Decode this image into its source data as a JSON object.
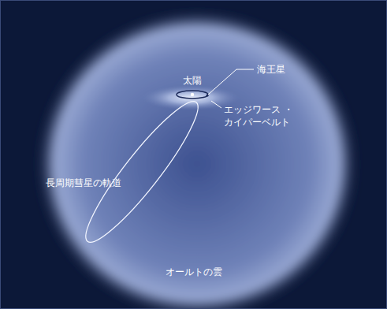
{
  "diagram": {
    "labels": [
      "太陽",
      "海王星",
      "エッジワース ・カイパーベルト",
      "長周期彗星の軌道",
      "オールトの雲"
    ]
  }
}
